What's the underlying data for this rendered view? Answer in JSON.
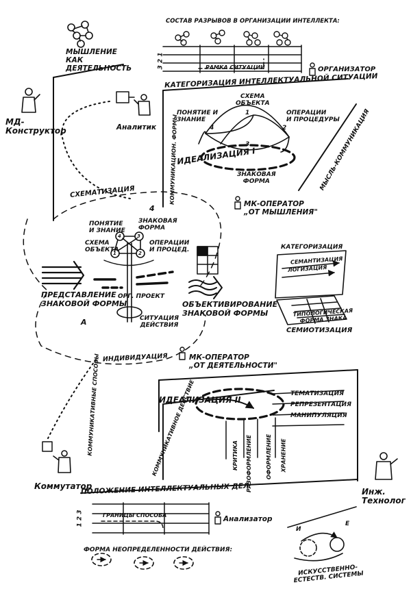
{
  "top": {
    "title": "СОСТАВ РАЗРЫВОВ В ОРГАНИЗАЦИИ ИНТЕЛЛЕКТА:",
    "row_numbers": "3 2 1",
    "frame_label": "РАМКА СИТУАЦИИ",
    "organizer": "ОРГАНИЗАТОР",
    "thinking_label": "МЫШЛЕНИЕ\nКАК\nДЕЯТЕЛЬНОСТЬ",
    "categorization_title": "КАТЕГОРИЗАЦИЯ ИНТЕЛЛЕКТУАЛЬНОЙ СИТУАЦИИ"
  },
  "roles": {
    "md_constructor": "МД-\nКонструктор",
    "analyst": "Аналитик",
    "mk_operator_thinking": "МК-ОПЕРАТОР\n„ОТ МЫШЛЕНИЯ\"",
    "mk_operator_activity": "МК-ОПЕРАТОР\n„ОТ ДЕЯТЕЛЬНОСТИ\"",
    "commutator": "Коммутатор",
    "engineer": "Инж.\nТехнолог",
    "analyzer": "Анализатор"
  },
  "schema_upper": {
    "object_schema": "СХЕМА\nОБЪЕКТА",
    "concept": "ПОНЯТИЕ И\nЗНАНИЕ",
    "operations": "ОПЕРАЦИИ\nИ ПРОЦЕДУРЫ",
    "sign_form": "ЗНАКОВАЯ\nФОРМА",
    "n1": "1",
    "n2": "2",
    "n3": "3",
    "n4": "4",
    "idealization1": "ИДЕАЛИЗАЦИЯ I",
    "comm_forms": "КОММУНИКАЦИОН. ФОРМЫ",
    "thought_comm": "МЫСЛЬ-КОММУНИКАЦИЯ"
  },
  "middle": {
    "schematization": "СХЕМАТИЗАЦИЯ",
    "concept": "ПОНЯТИЕ\nИ ЗНАНИЕ",
    "sign_form": "ЗНАКОВАЯ\nФОРМА",
    "object_schema": "СХЕМА\nОБЪЕКТА",
    "operations": "ОПЕРАЦИИ\nИ ПРОЦЕД.",
    "org_project": "ОРГ. ПРОЕКТ",
    "action_situation": "СИТУАЦИЯ\nДЕЙСТВИЯ",
    "representation": "ПРЕДСТАВЛЕНИЕ\nЗНАКОВОЙ ФОРМЫ",
    "objectification": "ОБЪЕКТИВИРОВАНИЕ\nЗНАКОВОЙ ФОРМЫ",
    "categorization": "КАТЕГОРИЗАЦИЯ",
    "semantization": "СЕМАНТИЗАЦИЯ",
    "logization": "ЛОГИЗАЦИЯ",
    "typological_form": "ТИПОЛОГИЧЕСКАЯ\nФОРМА ЗНАКА",
    "semiotization": "СЕМИОТИЗАЦИЯ",
    "individuation": "ИНДИВИДУАЦИЯ",
    "n_a": "A",
    "n_4": "4",
    "c4": "4",
    "c3": "3",
    "c1": "1",
    "c2": "2"
  },
  "lower": {
    "comm_methods": "КОММУНИКАТИВНЫЕ СПОСОБЫ",
    "comm_action": "КОММУНИКАТИВНОЕ ДЕЙСТВИЕ",
    "idealization2": "ИДЕАЛИЗАЦИЯ II",
    "thematization": "ТЕМАТИЗАЦИЯ",
    "representation": "РЕПРЕЗЕНТАЦИЯ",
    "manipulation": "МАНИПУЛЯЦИЯ",
    "criticism": "КРИТИКА",
    "distribution": "РАЗОФОРМЛЕНИЕ",
    "formation": "ОФОРМЛЕНИЕ",
    "storage": "ХРАНЕНИЕ",
    "position_title": "ПОЛОЖЕНИЕ ИНТЕЛЛЕКТУАЛЬНЫХ ДЕЛ",
    "row_numbers": "1 2 3",
    "method_limits": "ГРАНИЦЫ СПОСОБА",
    "uncertainty_title": "ФОРМА НЕОПРЕДЕЛЕННОСТИ ДЕЙСТВИЯ:",
    "artificial_natural": "ИСКУССТВЕННО-\nЕСТЕСТВ. СИСТЕМЫ",
    "letter_i": "И",
    "letter_e": "Е"
  }
}
